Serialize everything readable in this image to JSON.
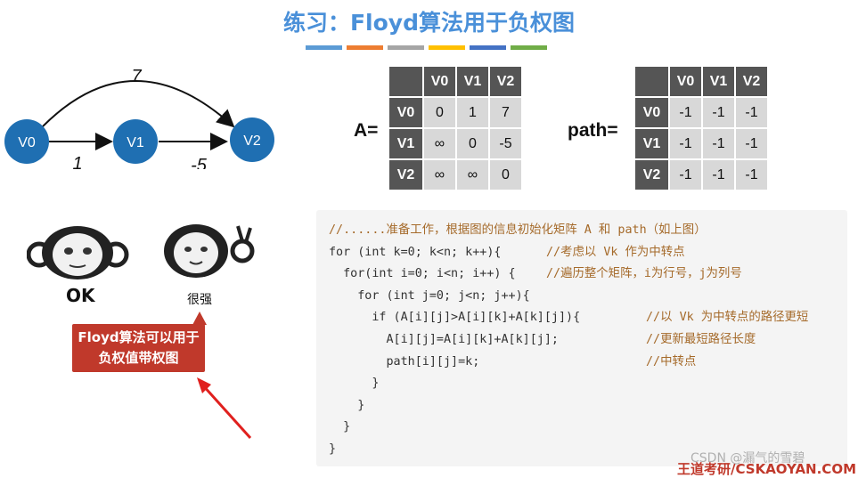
{
  "title": "练习：Floyd算法用于负权图",
  "colors": {
    "title": "#4a90d9",
    "node": "#1f6fb2",
    "matrix_header": "#555555",
    "matrix_cell": "#d8d8d8",
    "callout": "#c0392b",
    "strip": [
      "#5b9bd5",
      "#ed7d31",
      "#a5a5a5",
      "#ffc000",
      "#4472c4",
      "#70ad47"
    ]
  },
  "graph": {
    "nodes": [
      "V0",
      "V1",
      "V2"
    ],
    "edges": [
      {
        "from": "V0",
        "to": "V1",
        "weight": "1"
      },
      {
        "from": "V1",
        "to": "V2",
        "weight": "-5"
      },
      {
        "from": "V0",
        "to": "V2",
        "weight": "7"
      }
    ]
  },
  "matrix_a": {
    "label": "A=",
    "headers": [
      "V0",
      "V1",
      "V2"
    ],
    "rows": [
      {
        "name": "V0",
        "cells": [
          "0",
          "1",
          "7"
        ]
      },
      {
        "name": "V1",
        "cells": [
          "∞",
          "0",
          "-5"
        ]
      },
      {
        "name": "V2",
        "cells": [
          "∞",
          "∞",
          "0"
        ]
      }
    ]
  },
  "matrix_path": {
    "label": "path=",
    "headers": [
      "V0",
      "V1",
      "V2"
    ],
    "rows": [
      {
        "name": "V0",
        "cells": [
          "-1",
          "-1",
          "-1"
        ]
      },
      {
        "name": "V1",
        "cells": [
          "-1",
          "-1",
          "-1"
        ]
      },
      {
        "name": "V2",
        "cells": [
          "-1",
          "-1",
          "-1"
        ]
      }
    ]
  },
  "memes": {
    "left_caption": "OK",
    "right_caption": "很强"
  },
  "callout": {
    "line1": "Floyd算法可以用于",
    "line2": "负权值带权图"
  },
  "code": {
    "line1": "//......准备工作，根据图的信息初始化矩阵 A 和 path（如上图）",
    "line2_code": "for (int k=0; k<n; k++){",
    "line2_comment": "//考虑以 Vk 作为中转点",
    "line3_code": "  for(int i=0; i<n; i++) {",
    "line3_comment": "//遍历整个矩阵，i为行号，j为列号",
    "line4_code": "    for (int j=0; j<n; j++){",
    "line5_code": "      if (A[i][j]>A[i][k]+A[k][j]){",
    "line5_comment": "//以 Vk 为中转点的路径更短",
    "line6_code": "        A[i][j]=A[i][k]+A[k][j];",
    "line6_comment": "//更新最短路径长度",
    "line7_code": "        path[i][j]=k;",
    "line7_comment": "//中转点",
    "line8": "      }",
    "line9": "    }",
    "line10": "  }",
    "line11": "}"
  },
  "watermark": {
    "csdn": "CSDN @漏气的雪碧",
    "site": "王道考研/CSKAOYAN.COM"
  }
}
